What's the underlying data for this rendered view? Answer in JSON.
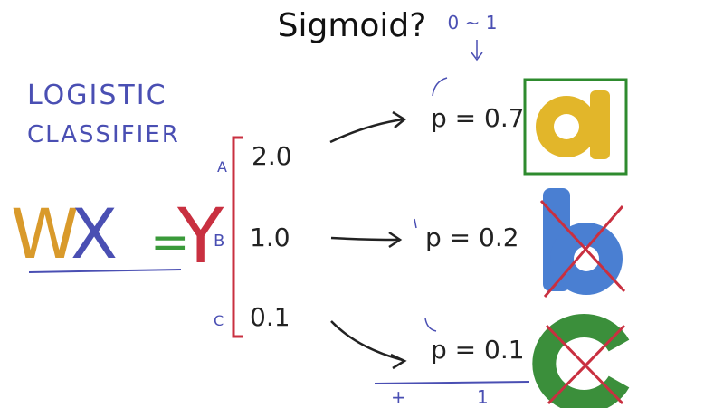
{
  "title": "Sigmoid?",
  "annotation_top": "0 ~ 1",
  "logistic_label": [
    "LOGISTIC",
    "CLASSIFIER"
  ],
  "equation": {
    "w": "W",
    "x": "X",
    "eq": "=",
    "y": "Y"
  },
  "row_labels": [
    "A",
    "B",
    "C"
  ],
  "scores": [
    "2.0",
    "1.0",
    "0.1"
  ],
  "probabilities": [
    "p = 0.7",
    "p = 0.2",
    "p = 0.1"
  ],
  "axis_bottom": {
    "left": "+",
    "right": "1"
  },
  "letters": [
    "a",
    "b",
    "c"
  ],
  "colors": {
    "orange": "#d99a2b",
    "blue_ink": "#4a4fb3",
    "green": "#3a9a3a",
    "red": "#c93040",
    "letter_a": "#e2b62a",
    "letter_b": "#4a7fd2",
    "letter_c": "#3b8f3b",
    "box_green": "#2e8b2e"
  }
}
